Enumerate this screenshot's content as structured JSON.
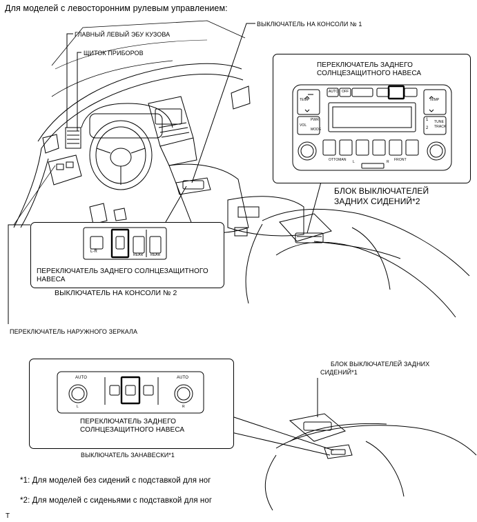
{
  "title": "Для моделей с левосторонним рулевым управлением:",
  "labels": {
    "body_ecu": "ГЛАВНЫЙ ЛЕВЫЙ ЭБУ КУЗОВА",
    "instrument_panel": "ЩИТОК ПРИБОРОВ",
    "console_switch_1": "ВЫКЛЮЧАТЕЛЬ НА КОНСОЛИ № 1",
    "rear_sunshade_top_l1": "ПЕРЕКЛЮЧАТЕЛЬ ЗАДНЕГО",
    "rear_sunshade_top_l2": "СОЛНЦЕЗАЩИТНОГО НАВЕСА",
    "rear_seat_block_l1": "БЛОК ВЫКЛЮЧАТЕЛЕЙ",
    "rear_seat_block_l2": "ЗАДНИХ СИДЕНИЙ*2",
    "rear_sunshade_mid_l1": "ПЕРЕКЛЮЧАТЕЛЬ ЗАДНЕГО СОЛНЦЕЗАЩИТНОГО",
    "rear_sunshade_mid_l2": "НАВЕСА",
    "console_switch_2": "ВЫКЛЮЧАТЕЛЬ НА КОНСОЛИ № 2",
    "outer_mirror": "ПЕРЕКЛЮЧАТЕЛЬ НАРУЖНОГО ЗЕРКАЛА",
    "rear_seat_block_b_l1": "БЛОК ВЫКЛЮЧАТЕЛЕЙ ЗАДНИХ",
    "rear_seat_block_b_l2": "СИДЕНИЙ*1",
    "rear_sunshade_bot_l1": "ПЕРЕКЛЮЧАТЕЛЬ ЗАДНЕГО",
    "rear_sunshade_bot_l2": "СОЛНЦЕЗАЩИТНОГО НАВЕСА",
    "curtain_switch": "ВЫКЛЮЧАТЕЛЬ ЗАНАВЕСКИ*1"
  },
  "panel_text": {
    "auto": "AUTO",
    "off": "OFF",
    "temp": "TEMP",
    "vol": "VOL",
    "mode": "MODE",
    "pwr": "PWR",
    "tune": "TUNE",
    "track": "TRACK",
    "ottoman": "OTTOMAN",
    "front": "FRONT",
    "l": "L",
    "r": "R",
    "one": "1",
    "two": "2",
    "lr": "L-R",
    "rear": "REAR"
  },
  "footnotes": {
    "n1": "*1: Для моделей без сидений с подставкой для ног",
    "n2": "*2: Для моделей с сиденьями с подставкой для ног"
  },
  "corner_mark": "T"
}
